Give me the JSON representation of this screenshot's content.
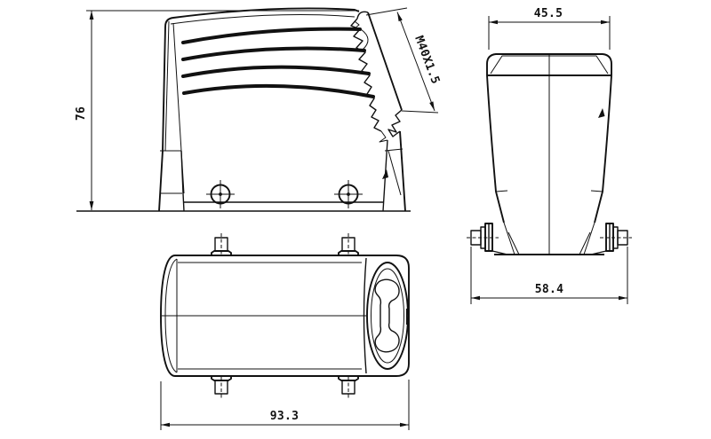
{
  "drawing": {
    "background": "#ffffff",
    "line_color": "#111111",
    "dimensions": {
      "height": "76",
      "thread": "M40X1.5",
      "front_width_top": "45.5",
      "front_width_bottom": "58.4",
      "length": "93.3"
    }
  }
}
